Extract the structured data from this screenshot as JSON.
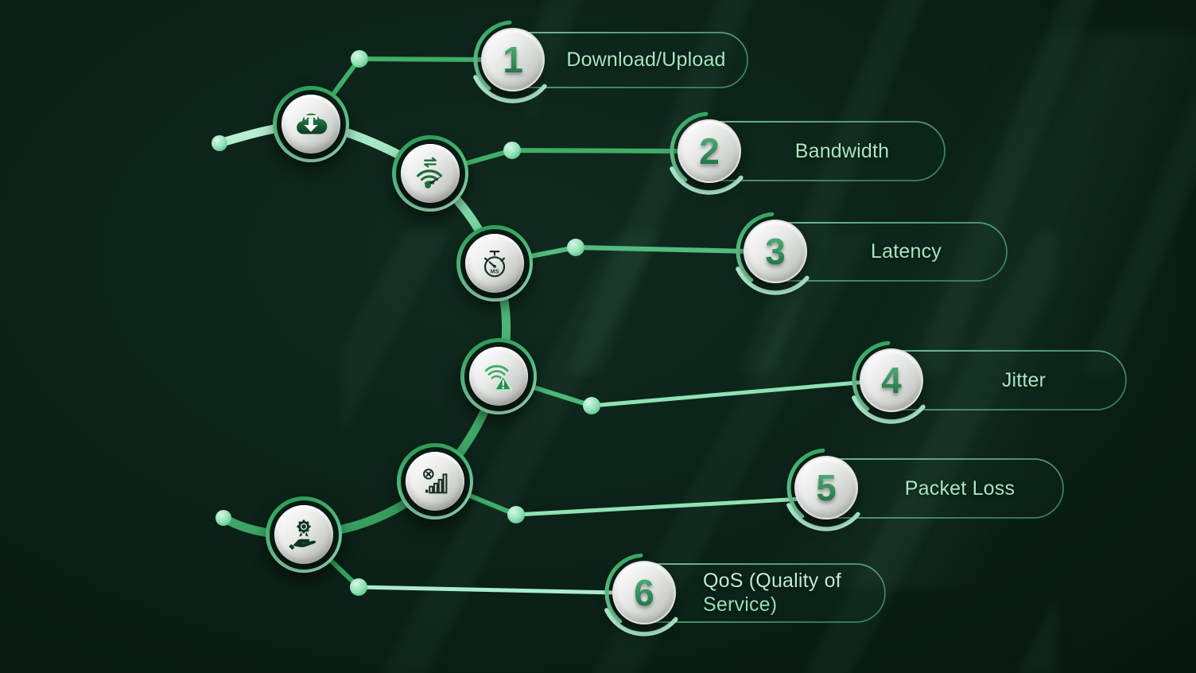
{
  "steps": [
    {
      "number": "1",
      "label": "Download/Upload",
      "icon": "cloud-download"
    },
    {
      "number": "2",
      "label": "Bandwidth",
      "icon": "wifi-speedometer"
    },
    {
      "number": "3",
      "label": "Latency",
      "icon": "stopwatch-milliseconds"
    },
    {
      "number": "4",
      "label": "Jitter",
      "icon": "wifi-warning"
    },
    {
      "number": "5",
      "label": "Packet Loss",
      "icon": "signal-bars-crossed"
    },
    {
      "number": "6",
      "label": "QoS (Quality of Service)",
      "icon": "hand-quality-badge"
    }
  ],
  "colors": {
    "background": "#0a1d15",
    "accent_green": "#2f9e57",
    "accent_mint": "#9fe8c4",
    "node_silver": "#d9dcd9",
    "label_text": "#9fe6c0",
    "number_green": "#2e8b53"
  }
}
